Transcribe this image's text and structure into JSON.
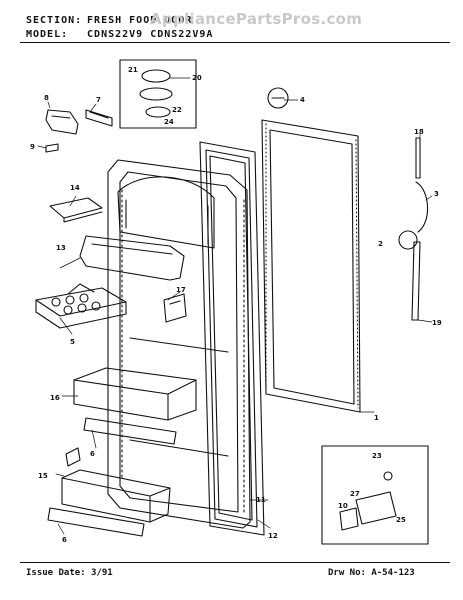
{
  "header": {
    "section_label": "SECTION:",
    "section_value": "FRESH FOOD DOOR",
    "model_label": "MODEL:",
    "model_value": "CDNS22V9 CDNS22V9A"
  },
  "watermark": "AppliancePartsPros.com",
  "footer": {
    "issue_date": "Issue Date: 3/91",
    "drawing_no": "Drw No: A-54-123"
  },
  "callouts": [
    "1",
    "2",
    "3",
    "4",
    "5",
    "6",
    "6",
    "7",
    "8",
    "9",
    "10",
    "11",
    "12",
    "13",
    "14",
    "15",
    "16",
    "17",
    "18",
    "19",
    "20",
    "21",
    "22",
    "23",
    "24",
    "25",
    "27"
  ]
}
